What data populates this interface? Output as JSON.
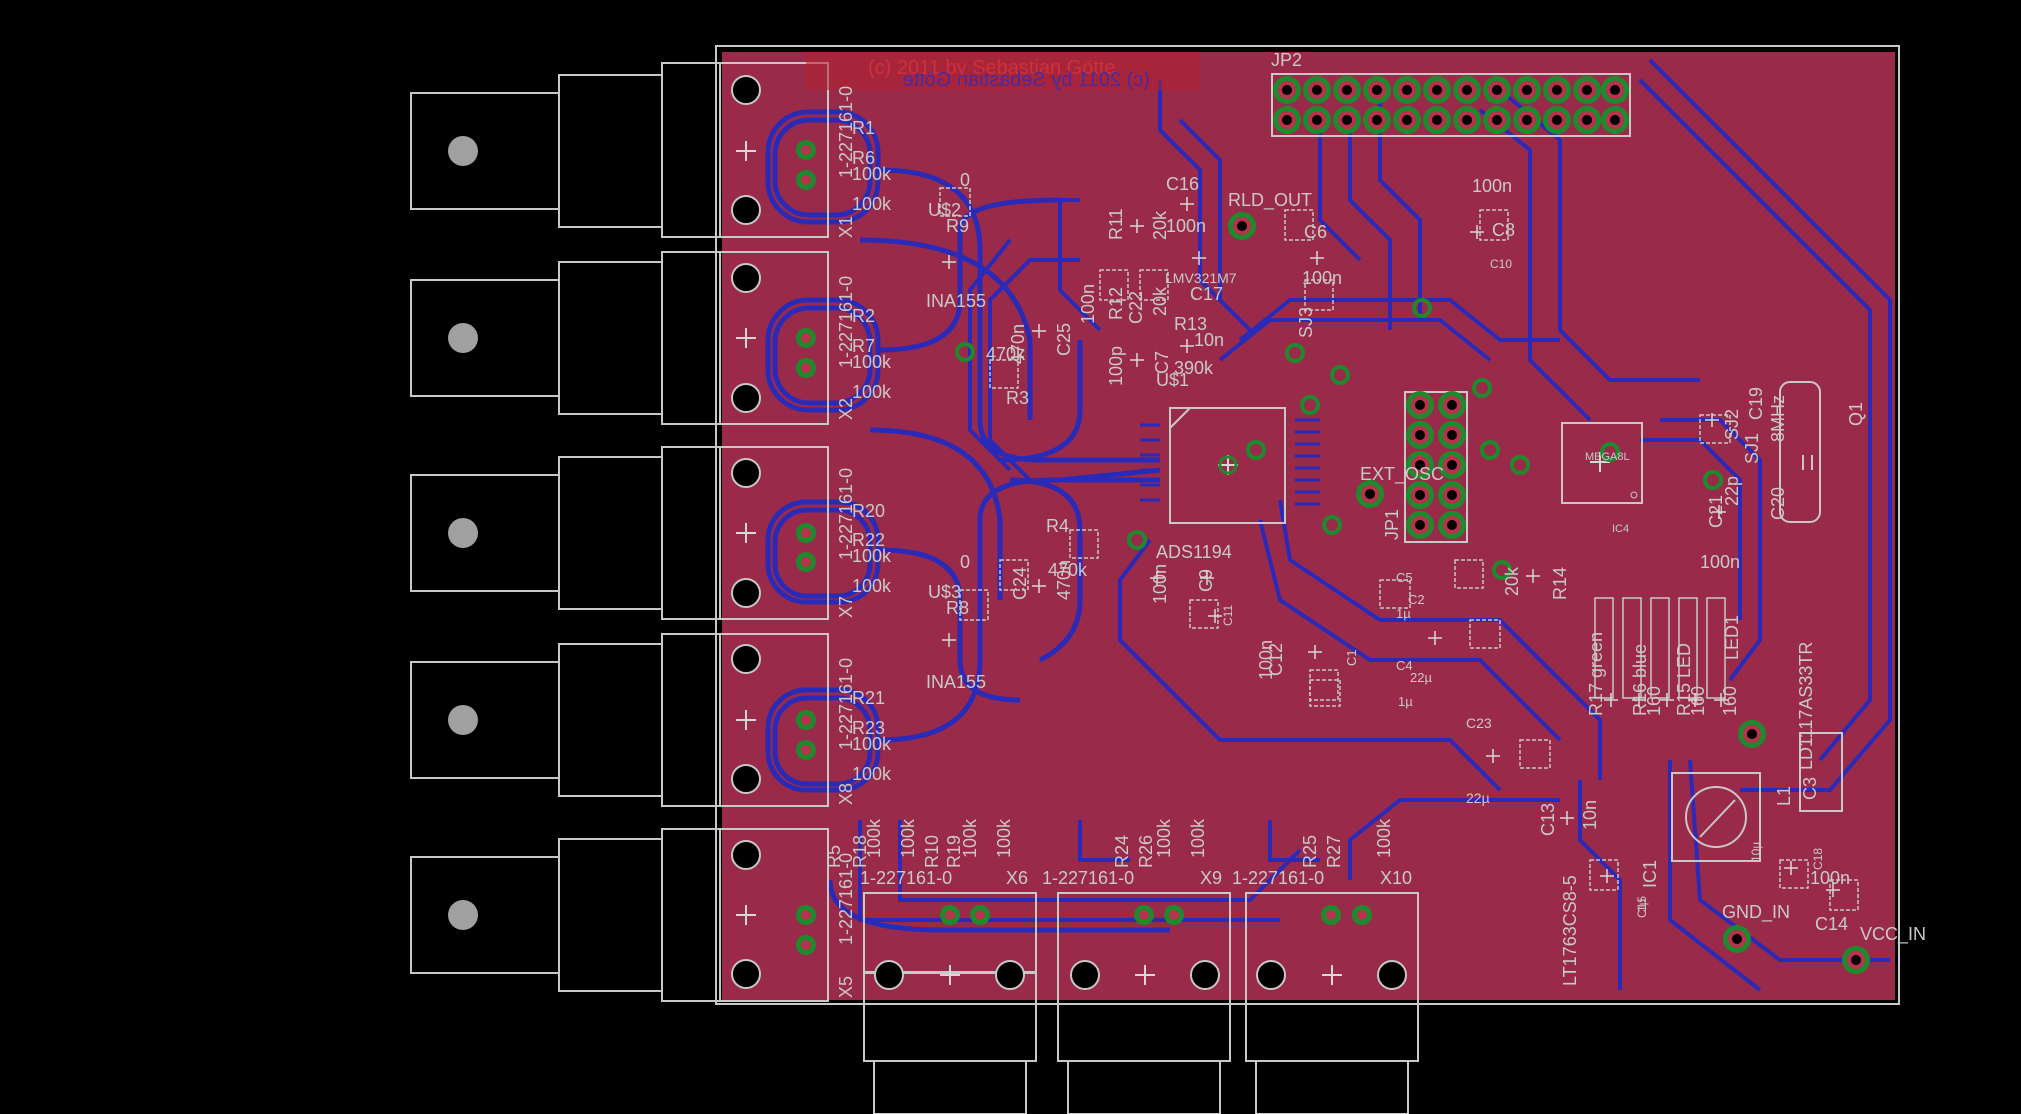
{
  "colors": {
    "background": "#000000",
    "board_top": "#9a2a4a",
    "trace_bottom": "#2a2ab8",
    "silkscreen": "#c8c8c8",
    "pad_green": "#1e8a2e",
    "copyright_red": "#d0303a"
  },
  "copyright": "(c) 2011 by Sebastian Götte",
  "copyright_mirror": "(c) 2011 by Sebastian Götte",
  "labels": {
    "jp2": "JP2",
    "rld_out": "RLD_OUT",
    "ext_osc": "EXT_OSC",
    "jp1": "JP1",
    "gnd_in": "GND_IN",
    "vcc_in": "VCC_IN",
    "ads1194": "ADS1194",
    "ina155_top": "INA155",
    "ina155_bottom": "INA155",
    "lmv321": "LMV321M7",
    "mega8l": "MEGA8L",
    "ic4": "IC4",
    "lt1763": "LT1763CS8-5",
    "ic1": "IC1",
    "ld1117": "LD1117AS33TR",
    "q1": "Q1",
    "crystal": "8MHz",
    "sj1": "SJ1",
    "sj2": "SJ2",
    "conn_x1": "1-227161-0",
    "conn_x2": "1-227161-0",
    "conn_x7": "1-227161-0",
    "conn_x8": "1-227161-0",
    "conn_x5": "1-227161-0",
    "conn_x6": "1-227161-0",
    "conn_x9": "1-227161-0",
    "conn_x10": "1-227161-0",
    "x1": "X1",
    "x2": "X2",
    "x7": "X7",
    "x8": "X8",
    "x5": "X5",
    "x6": "X6",
    "x9": "X9",
    "x10": "X10",
    "r1": "R1",
    "r6": "R6",
    "r1v": "100k",
    "r6v": "100k",
    "r2": "R2",
    "r7": "R7",
    "r2v": "100k",
    "r7v": "100k",
    "r20": "R20",
    "r22": "R22",
    "r20v": "100k",
    "r22v": "100k",
    "r21": "R21",
    "r23": "R23",
    "r21v": "100k",
    "r23v": "100k",
    "us2": "U$2",
    "us3": "U$3",
    "r9": "R9",
    "r8": "R8",
    "zero_top": "0",
    "zero_bottom": "0",
    "r3": "R3",
    "r3v": "470k",
    "r4": "R4",
    "r4v": "470k",
    "c25": "C25",
    "c25v": "470n",
    "c24": "C24",
    "c24v": "470n",
    "c16": "C16",
    "c16v": "100n",
    "r11": "R11",
    "r11v": "20k",
    "r12": "R12",
    "r12v": "20k",
    "c22": "C22",
    "c22v": "100n",
    "c17": "C17",
    "c17v": "10n",
    "r13": "R13",
    "r13v": "390k",
    "c7": "C7",
    "c7v": "100p",
    "us1": "U$1",
    "sj3": "SJ3",
    "c6": "C6",
    "c6v": "100n",
    "c8": "C8",
    "c8v": "100n",
    "c10": "C10",
    "c9": "C9",
    "c9v": "100n",
    "c11": "C11",
    "c12": "C12",
    "c12v": "100n",
    "c1": "C1",
    "c5": "C5",
    "c2": "C2",
    "c2v": "1µ",
    "c4": "C4",
    "c4v": "22µ",
    "c4v2": "1µ",
    "c23": "C23",
    "c23v": "22µ",
    "c13": "C13",
    "c13v": "10n",
    "c15": "C15",
    "c15v": "1µ",
    "r14": "R14",
    "r14v": "20k",
    "c19": "C19",
    "c20": "C20",
    "c20v": "22p",
    "c21": "C21",
    "c21v": "100n",
    "r17": "R17 green",
    "r16": "R16 blue",
    "r15": "R15 LED",
    "led1": "LED1",
    "r16s": "160",
    "r15s": "160",
    "led_lbl2": "160",
    "c3": "C3",
    "c14": "C14",
    "c14v": "100n",
    "c18": "C18",
    "c18v": "10µ",
    "l1": "L1",
    "r5": "R5",
    "r18": "R18",
    "r5v": "100k",
    "r18v": "100k",
    "r10": "R10",
    "r19": "R19",
    "r10v": "100k",
    "r19v": "100k",
    "r24": "R24",
    "r26": "R26",
    "r24v": "100k",
    "r26v": "100k",
    "r25": "R25",
    "r27": "R27",
    "r25v": "100k",
    "r27v": "100k"
  }
}
